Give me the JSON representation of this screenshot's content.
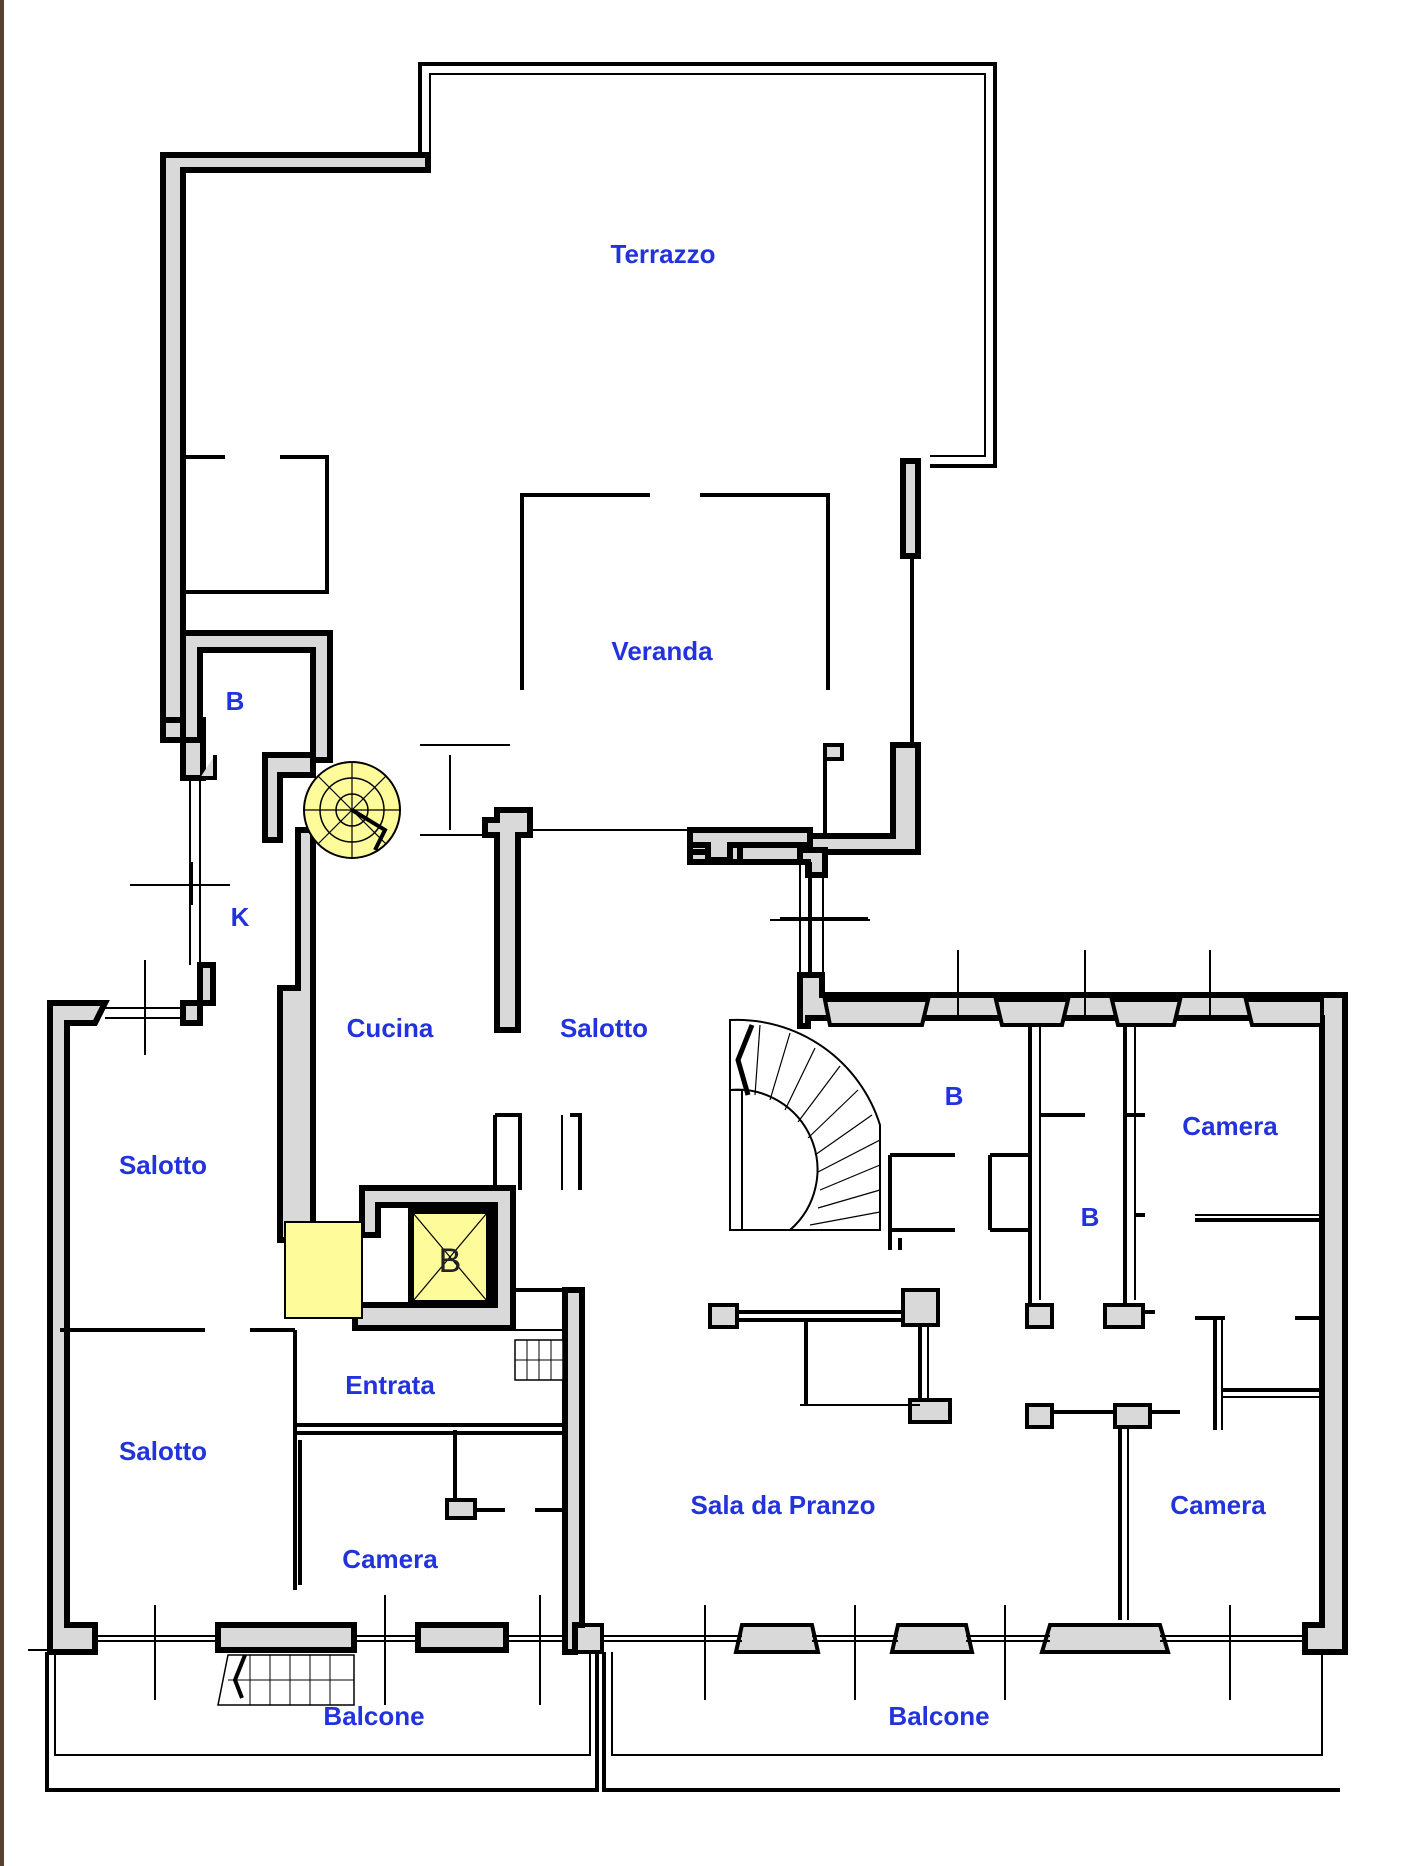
{
  "rooms": {
    "terrazzo": "Terrazzo",
    "veranda": "Veranda",
    "bagno_top": "B",
    "k": "K",
    "cucina": "Cucina",
    "salotto_center": "Salotto",
    "salotto_left_upper": "Salotto",
    "salotto_left_lower": "Salotto",
    "entrata": "Entrata",
    "camera_lower_center": "Camera",
    "sala_da_pranzo": "Sala da Pranzo",
    "camera_right_upper": "Camera",
    "camera_right_lower": "Camera",
    "bagno_right_upper": "B",
    "bagno_right_middle": "B",
    "elevator_mark": "B",
    "balcone_left": "Balcone",
    "balcone_right": "Balcone"
  },
  "colors": {
    "label": "#2233dd",
    "wall_fill": "#d9d9d9",
    "highlight": "#fdfb9a"
  }
}
